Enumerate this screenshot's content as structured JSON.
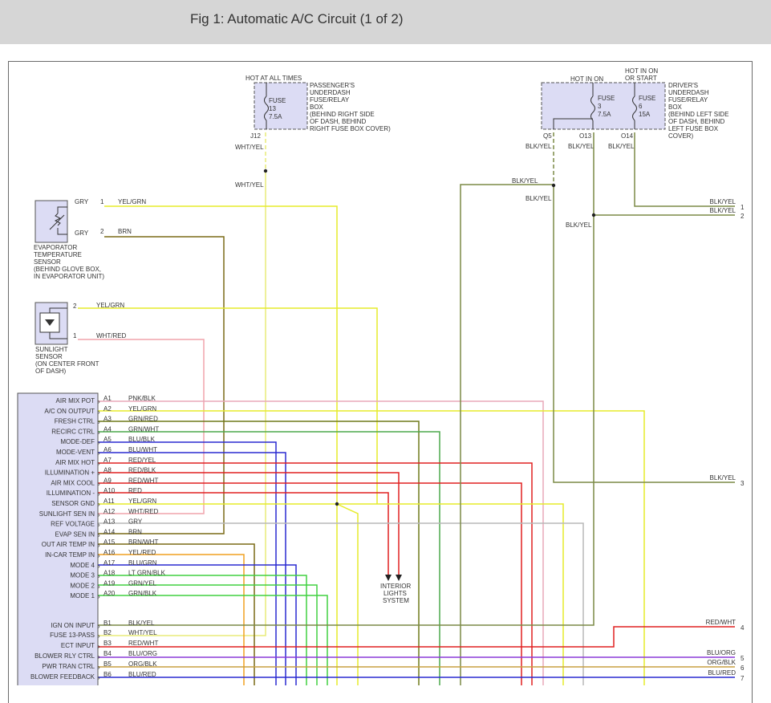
{
  "header": {
    "title": "Fig 1: Automatic A/C Circuit (1 of 2)"
  },
  "fuse_box_passenger": {
    "hot_label": "HOT AT ALL TIMES",
    "fuse_name": "FUSE",
    "fuse_number": "13",
    "fuse_rating": "7.5A",
    "description": [
      "PASSENGER'S",
      "UNDERDASH",
      "FUSE/RELAY",
      "BOX",
      "(BEHIND RIGHT SIDE",
      "OF DASH, BEHIND",
      "RIGHT FUSE BOX COVER)"
    ],
    "terminal": "J12",
    "wire_color_top": "WHT/YEL",
    "wire_color_bottom": "WHT/YEL"
  },
  "fuse_box_driver": {
    "hot_in_on_label": "HOT IN ON",
    "hot_in_on_or_start_label": [
      "HOT IN ON",
      "OR START"
    ],
    "fuse_a_name": "FUSE",
    "fuse_a_number": "3",
    "fuse_a_rating": "7.5A",
    "fuse_b_name": "FUSE",
    "fuse_b_number": "6",
    "fuse_b_rating": "15A",
    "description": [
      "DRIVER'S",
      "UNDERDASH",
      "FUSE/RELAY",
      "BOX",
      "(BEHIND LEFT SIDE",
      "OF DASH, BEHIND",
      "LEFT FUSE BOX",
      "COVER)"
    ],
    "terminals": [
      "Q5",
      "O13",
      "O14"
    ],
    "wire_colors": [
      "BLK/YEL",
      "BLK/YEL",
      "BLK/YEL"
    ],
    "splice_labels": [
      "BLK/YEL",
      "BLK/YEL",
      "BLK/YEL"
    ]
  },
  "evaporator_sensor": {
    "label": [
      "EVAPORATOR",
      "TEMPERATURE",
      "SENSOR",
      "(BEHIND GLOVE BOX,",
      "IN EVAPORATOR UNIT)"
    ],
    "pins": [
      {
        "pin": "1",
        "side_wire": "GRY",
        "wire": "YEL/GRN"
      },
      {
        "pin": "2",
        "side_wire": "GRY",
        "wire": "BRN"
      }
    ]
  },
  "sunlight_sensor": {
    "label": [
      "SUNLIGHT",
      "SENSOR",
      "(ON CENTER FRONT",
      "OF DASH)"
    ],
    "pins": [
      {
        "pin": "2",
        "wire": "YEL/GRN"
      },
      {
        "pin": "1",
        "wire": "WHT/RED"
      }
    ]
  },
  "interior_lights": {
    "label": [
      "INTERIOR",
      "LIGHTS",
      "SYSTEM"
    ]
  },
  "module_pins": [
    {
      "name": "AIR MIX POT",
      "pin": "A1",
      "wire": "PNK/BLK"
    },
    {
      "name": "A/C ON OUTPUT",
      "pin": "A2",
      "wire": "YEL/GRN"
    },
    {
      "name": "FRESH CTRL",
      "pin": "A3",
      "wire": "GRN/RED"
    },
    {
      "name": "RECIRC CTRL",
      "pin": "A4",
      "wire": "GRN/WHT"
    },
    {
      "name": "MODE-DEF",
      "pin": "A5",
      "wire": "BLU/BLK"
    },
    {
      "name": "MODE-VENT",
      "pin": "A6",
      "wire": "BLU/WHT"
    },
    {
      "name": "AIR MIX HOT",
      "pin": "A7",
      "wire": "RED/YEL"
    },
    {
      "name": "ILLUMINATION +",
      "pin": "A8",
      "wire": "RED/BLK"
    },
    {
      "name": "AIR MIX COOL",
      "pin": "A9",
      "wire": "RED/WHT"
    },
    {
      "name": "ILLUMINATION -",
      "pin": "A10",
      "wire": "RED"
    },
    {
      "name": "SENSOR GND",
      "pin": "A11",
      "wire": "YEL/GRN"
    },
    {
      "name": "SUNLIGHT SEN IN",
      "pin": "A12",
      "wire": "WHT/RED"
    },
    {
      "name": "REF VOLTAGE",
      "pin": "A13",
      "wire": "GRY"
    },
    {
      "name": "EVAP SEN IN",
      "pin": "A14",
      "wire": "BRN"
    },
    {
      "name": "OUT AIR TEMP IN",
      "pin": "A15",
      "wire": "BRN/WHT"
    },
    {
      "name": "IN-CAR TEMP IN",
      "pin": "A16",
      "wire": "YEL/RED"
    },
    {
      "name": "MODE 4",
      "pin": "A17",
      "wire": "BLU/GRN"
    },
    {
      "name": "MODE 3",
      "pin": "A18",
      "wire": "LT GRN/BLK"
    },
    {
      "name": "MODE 2",
      "pin": "A19",
      "wire": "GRN/YEL"
    },
    {
      "name": "MODE 1",
      "pin": "A20",
      "wire": "GRN/BLK"
    },
    {
      "name": "IGN ON INPUT",
      "pin": "B1",
      "wire": "BLK/YEL"
    },
    {
      "name": "FUSE 13-PASS",
      "pin": "B2",
      "wire": "WHT/YEL"
    },
    {
      "name": "ECT INPUT",
      "pin": "B3",
      "wire": "RED/WHT"
    },
    {
      "name": "BLOWER RLY CTRL",
      "pin": "B4",
      "wire": "BLU/ORG"
    },
    {
      "name": "PWR TRAN CTRL",
      "pin": "B5",
      "wire": "ORG/BLK"
    },
    {
      "name": "BLOWER FEEDBACK",
      "pin": "B6",
      "wire": "BLU/RED"
    }
  ],
  "right_connectors": [
    {
      "wire": "BLK/YEL",
      "num": "1"
    },
    {
      "wire": "BLK/YEL",
      "num": "2"
    },
    {
      "wire": "BLK/YEL",
      "num": "3"
    },
    {
      "wire": "RED/WHT",
      "num": "4"
    },
    {
      "wire": "BLU/ORG",
      "num": "5"
    },
    {
      "wire": "ORG/BLK",
      "num": "6"
    },
    {
      "wire": "BLU/RED",
      "num": "7"
    }
  ],
  "colors": {
    "fuse_box_fill": "#dcdcf4",
    "module_fill": "#dcdcf4",
    "yel_grn": "#e6ec2a",
    "brn": "#7a6a16",
    "wht_red": "#f0a4ac",
    "pnk_blk": "#e8a8b8",
    "grn_red": "#6e7a1a",
    "grn_wht": "#4ca84c",
    "blu": "#2a2ad0",
    "red": "#e02020",
    "gry": "#b8b8b8",
    "yel_red": "#f0a020",
    "lt_grn": "#40d040",
    "blk_yel": "#7c8a46",
    "wht_yel": "#e8ec78",
    "blu_org": "#8a3ad8",
    "org_blk": "#c8a040"
  }
}
